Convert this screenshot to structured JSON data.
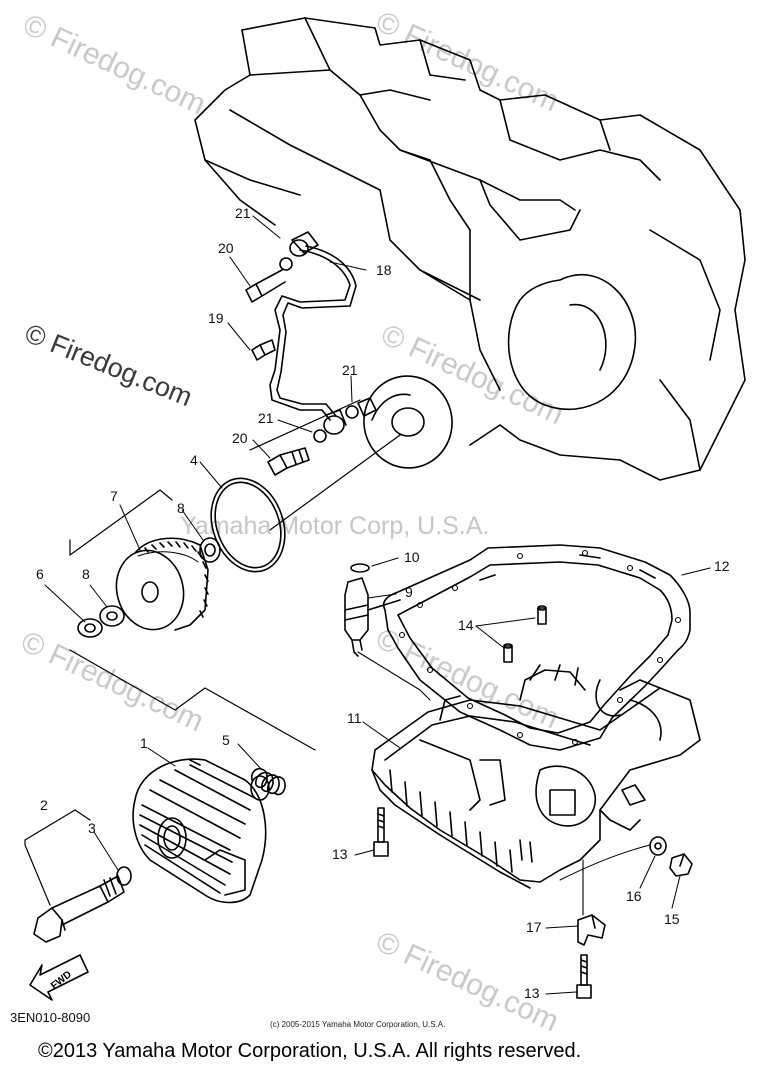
{
  "watermark": {
    "site": "© Firedog.com",
    "corp": "Yamaha Motor Corp, U.S.A."
  },
  "labels": {
    "n1": "1",
    "n2": "2",
    "n3": "3",
    "n4": "4",
    "n5": "5",
    "n6": "6",
    "n7": "7",
    "n8a": "8",
    "n8b": "8",
    "n9": "9",
    "n10": "10",
    "n11": "11",
    "n12": "12",
    "n13a": "13",
    "n13b": "13",
    "n14": "14",
    "n15": "15",
    "n16": "16",
    "n17": "17",
    "n18": "18",
    "n19": "19",
    "n20a": "20",
    "n20b": "20",
    "n21a": "21",
    "n21b": "21",
    "n21c": "21"
  },
  "fwd_label": "FWD",
  "doc_code": "3EN010-8090",
  "small_copyright": "(c) 2005-2015 Yamaha Motor Corporation, U.S.A.",
  "footer_copyright": "©2013 Yamaha Motor Corporation, U.S.A. All rights reserved."
}
